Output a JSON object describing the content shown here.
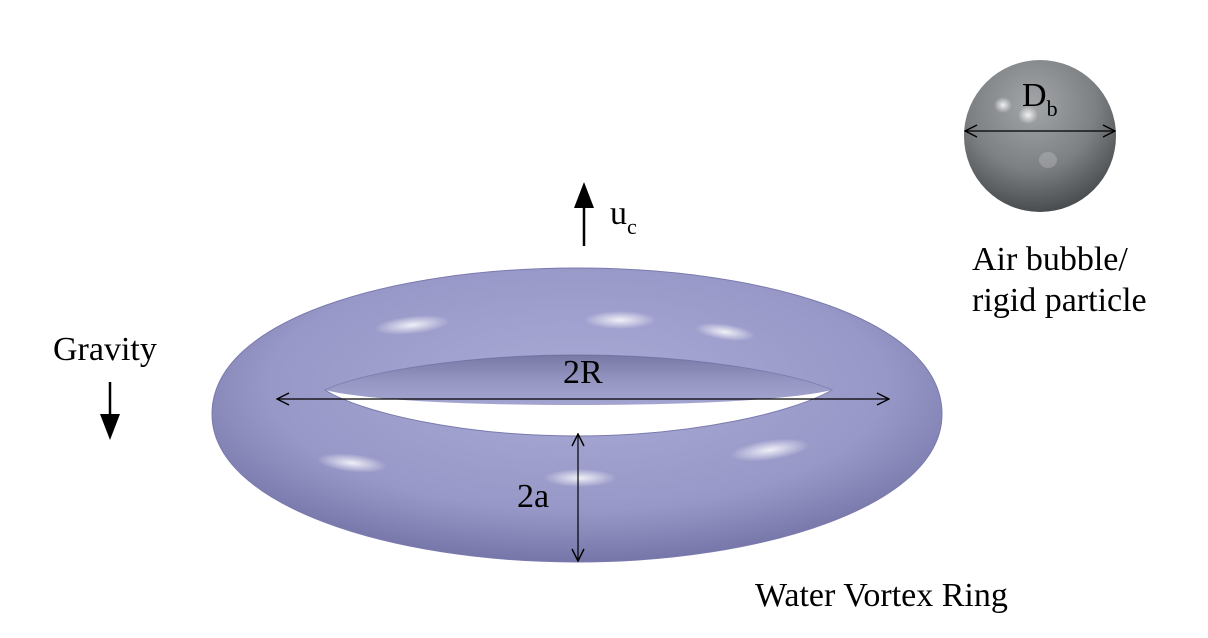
{
  "labels": {
    "bubble_diameter": "D",
    "bubble_diameter_sub": "b",
    "bubble_caption_line1": "Air bubble/",
    "bubble_caption_line2": "rigid particle",
    "velocity": "u",
    "velocity_sub": "c",
    "gravity": "Gravity",
    "ring_diameter": "2R",
    "core_diameter": "2a",
    "ring_caption": "Water Vortex Ring"
  },
  "colors": {
    "ring": "#9a9acb",
    "ring_dark": "#5e5e90",
    "bubble": "#8c8f92",
    "bubble_dark": "#4e5154",
    "line": "#000000"
  }
}
